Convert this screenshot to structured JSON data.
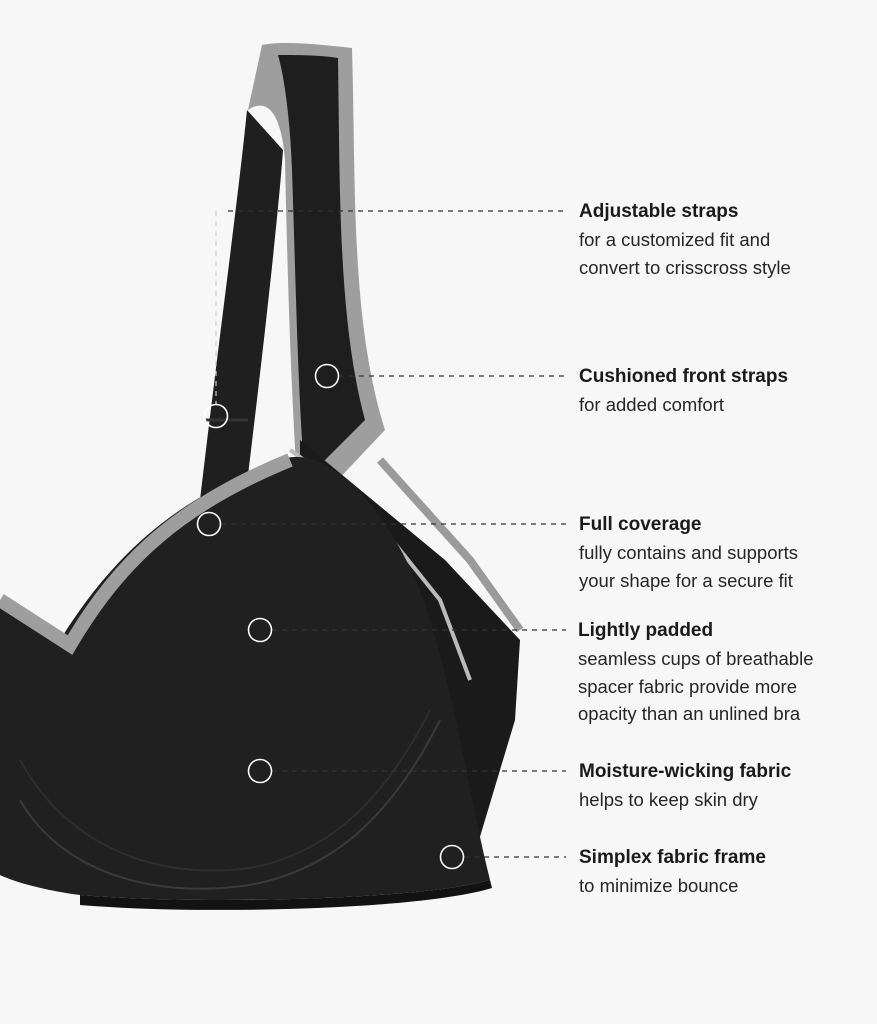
{
  "colors": {
    "background": "#f7f7f7",
    "fabric": "#1c1c1c",
    "trim": "#9a9a9a",
    "leader_line": "#333333"
  },
  "callouts": [
    {
      "title": "Adjustable straps",
      "lines": [
        "for a customized fit and",
        "convert to crisscross style"
      ]
    },
    {
      "title": "Cushioned front straps",
      "lines": [
        "for added comfort"
      ]
    },
    {
      "title": "Full coverage",
      "lines": [
        "fully contains and supports",
        "your shape for a secure fit"
      ]
    },
    {
      "title": "Lightly padded",
      "lines": [
        "seamless cups of breathable",
        "spacer fabric provide more",
        "opacity than an unlined bra"
      ]
    },
    {
      "title": "Moisture-wicking fabric",
      "lines": [
        "helps to keep skin dry"
      ]
    },
    {
      "title": "Simplex fabric frame",
      "lines": [
        "to minimize bounce"
      ]
    }
  ]
}
